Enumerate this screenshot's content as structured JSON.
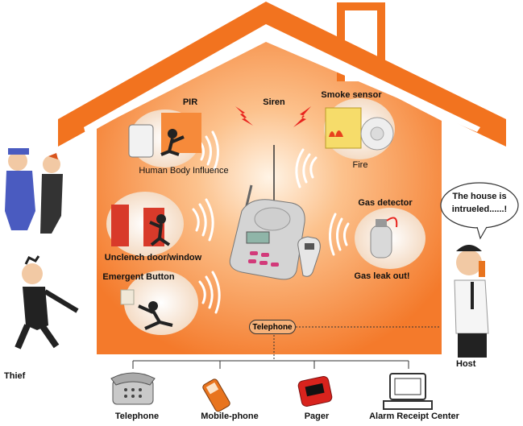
{
  "labels": {
    "pir": "PIR",
    "siren": "Siren",
    "smoke_sensor": "Smoke sensor",
    "human_body": "Human Body Influence",
    "fire": "Fire",
    "gas_detector": "Gas detector",
    "gas_leak": "Gas leak out!",
    "unclench": "Unclench door/window",
    "emergent_button": "Emergent Button",
    "telephone_center": "Telephone",
    "thief": "Thief",
    "host": "Host"
  },
  "speech_bubble": {
    "line1": "The house is",
    "line2": "intrueled......!"
  },
  "outputs": [
    {
      "label": "Telephone",
      "icon": "telephone-icon"
    },
    {
      "label": "Mobile-phone",
      "icon": "mobile-phone-icon"
    },
    {
      "label": "Pager",
      "icon": "pager-icon"
    },
    {
      "label": "Alarm Receipt Center",
      "icon": "computer-icon"
    }
  ],
  "colors": {
    "house_orange": "#f47a2b",
    "house_glow": "#fde3c8",
    "roof_orange": "#f2731f",
    "outline": "#222222"
  }
}
